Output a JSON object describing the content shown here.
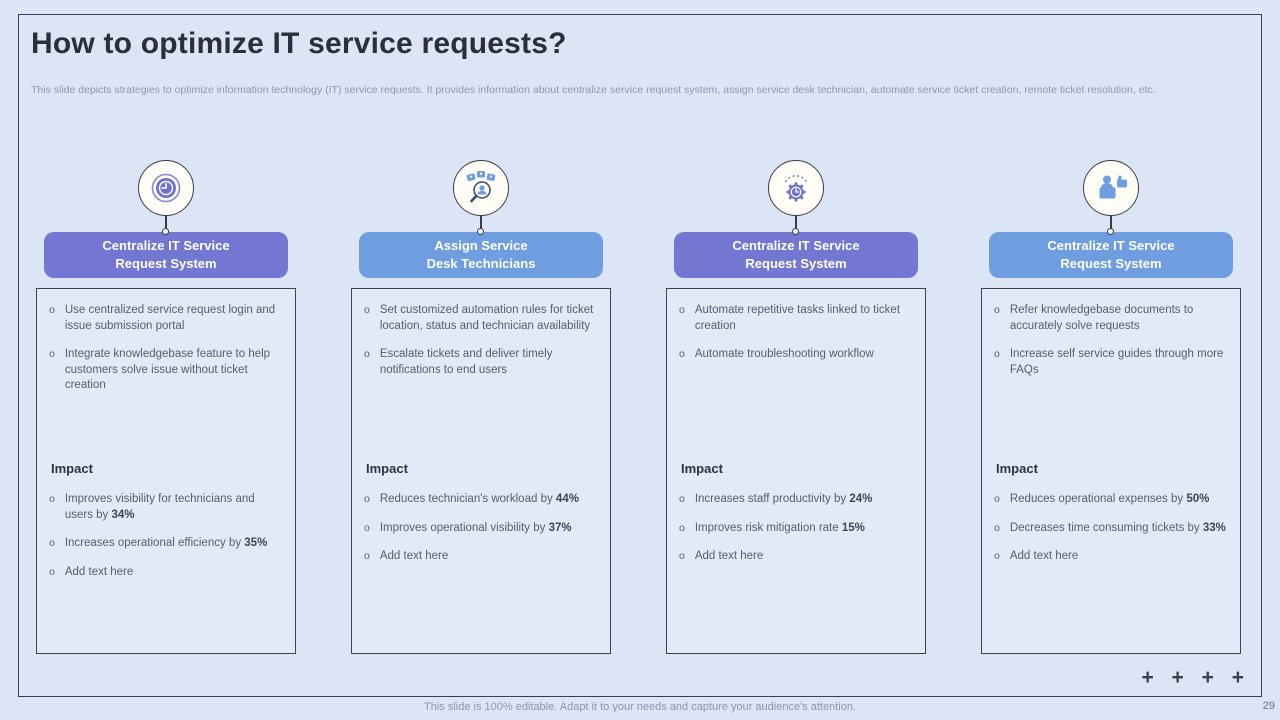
{
  "slide": {
    "title": "How to optimize IT service requests?",
    "subtitle": "This slide depicts strategies to optimize information technology (IT) service requests. It provides information about centralize service request system, assign service desk technician, automate service ticket creation, remote ticket resolution, etc.",
    "footer": "This slide is 100% editable. Adapt it to your needs and capture your audience's attention.",
    "page_number": "29",
    "plus_marks": "+ + + +",
    "bullet_char": "o"
  },
  "colors": {
    "accent_purple": "#7377d2",
    "accent_blue": "#6f9ee0",
    "slide_background": "#dbe5f6",
    "box_background": "#e2eafa",
    "border_dark": "#3c3f4d"
  },
  "columns": [
    {
      "icon": "clock-icon",
      "title_line1": "Centralize IT Service",
      "title_line2": "Request System",
      "theme": "purple",
      "bullets": [
        "Use centralized service request login and issue submission portal",
        "Integrate knowledgebase feature to help customers solve issue without ticket creation"
      ],
      "impact_label": "Impact",
      "impact": [
        {
          "text": "Improves visibility for technicians and users by",
          "pct": "34%"
        },
        {
          "text": "Increases operational efficiency by",
          "pct": "35%"
        },
        {
          "text": "Add text here",
          "pct": ""
        }
      ]
    },
    {
      "icon": "technician-search-icon",
      "title_line1": "Assign Service",
      "title_line2": "Desk Technicians",
      "theme": "blue",
      "bullets": [
        "Set customized automation rules for ticket location, status and technician availability",
        "Escalate tickets and deliver timely notifications to end users"
      ],
      "impact_label": "Impact",
      "impact": [
        {
          "text": "Reduces technician's workload by",
          "pct": "44%"
        },
        {
          "text": "Improves operational visibility by",
          "pct": "37%"
        },
        {
          "text": "Add text here",
          "pct": ""
        }
      ]
    },
    {
      "icon": "automation-gear-icon",
      "title_line1": "Centralize IT Service",
      "title_line2": "Request System",
      "theme": "purple",
      "bullets": [
        "Automate repetitive tasks linked to ticket creation",
        "Automate troubleshooting workflow"
      ],
      "impact_label": "Impact",
      "impact": [
        {
          "text": "Increases staff productivity by",
          "pct": "24%"
        },
        {
          "text": "Improves risk mitigation rate",
          "pct": "15%"
        },
        {
          "text": "Add text here",
          "pct": ""
        }
      ]
    },
    {
      "icon": "customer-support-thumbsup-icon",
      "title_line1": "Centralize IT Service",
      "title_line2": "Request System",
      "theme": "blue",
      "bullets": [
        "Refer knowledgebase documents to accurately solve requests",
        "Increase self service guides through more FAQs"
      ],
      "impact_label": "Impact",
      "impact": [
        {
          "text": "Reduces operational expenses by",
          "pct": "50%"
        },
        {
          "text": "Decreases time consuming tickets by",
          "pct": "33%"
        },
        {
          "text": "Add text here",
          "pct": ""
        }
      ]
    }
  ]
}
